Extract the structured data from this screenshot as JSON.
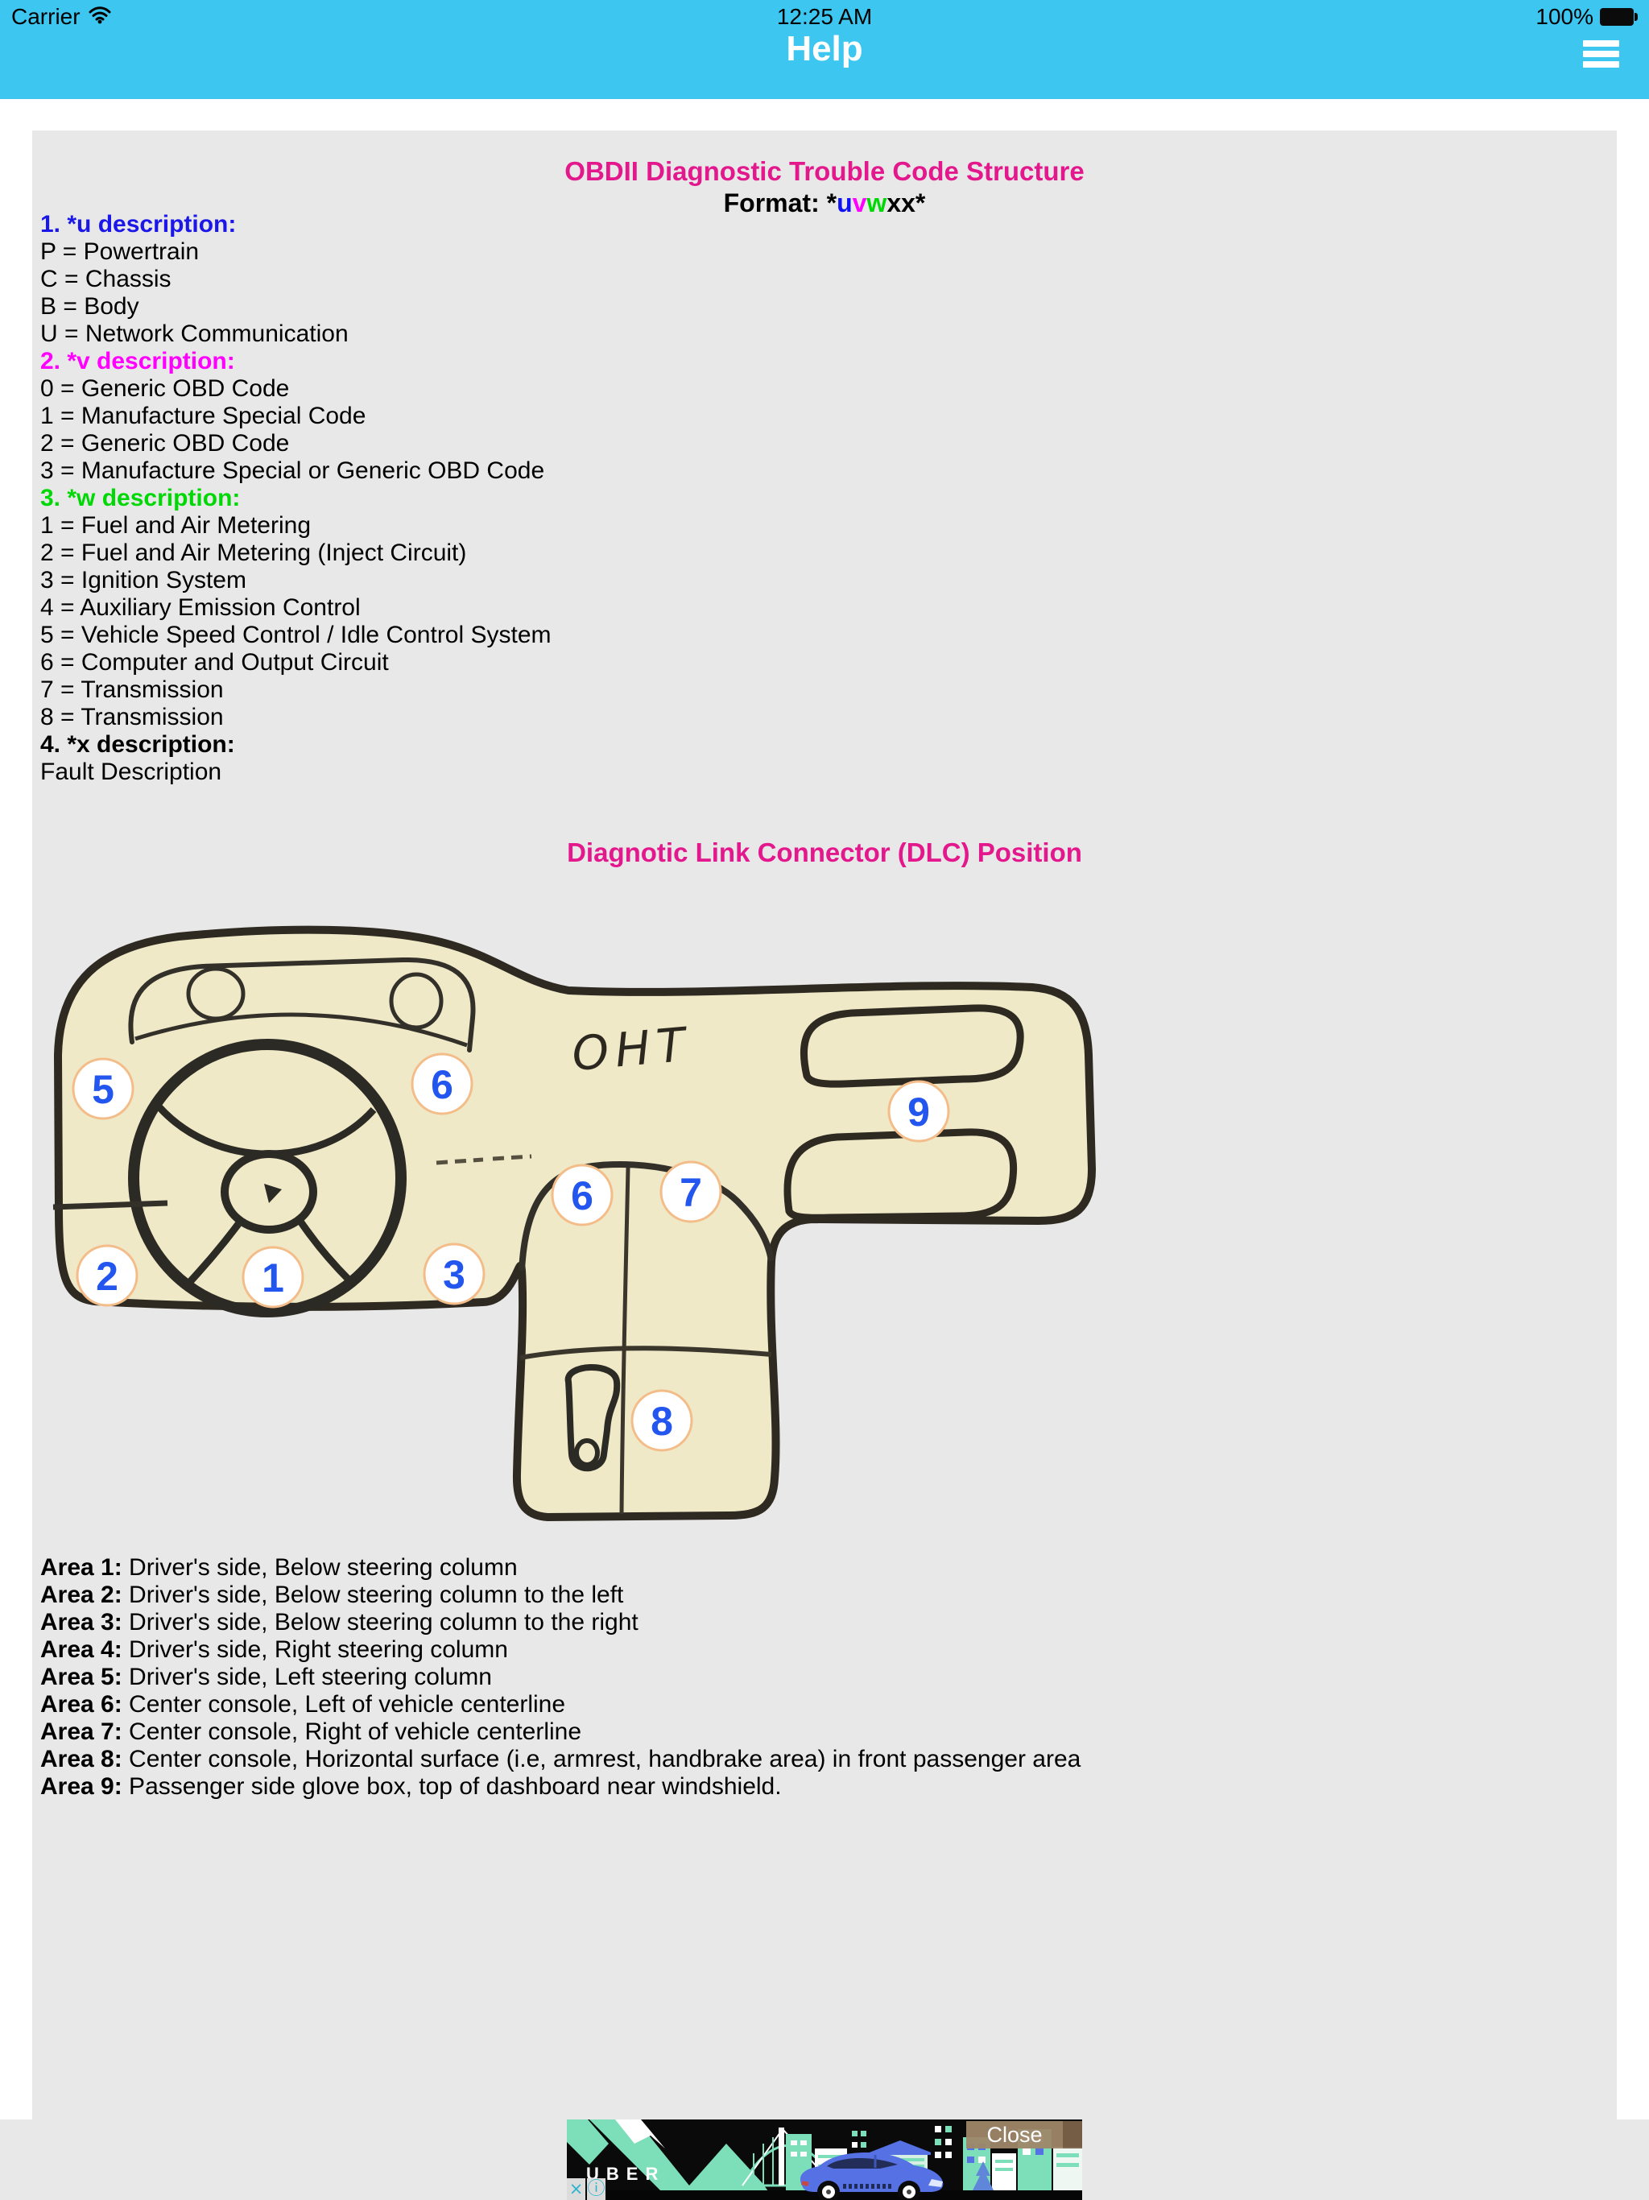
{
  "status_bar": {
    "carrier": "Carrier",
    "time": "12:25 AM",
    "battery_percent": "100%"
  },
  "header": {
    "title": "Help"
  },
  "dtc": {
    "title": "OBDII Diagnostic Trouble Code Structure",
    "format_prefix": "Format: *",
    "format_u": "u",
    "format_v": "v",
    "format_w": "w",
    "format_tail": "xx*",
    "sections": [
      {
        "heading": "1. *u description:",
        "items": [
          "P = Powertrain",
          "C = Chassis",
          "B = Body",
          "U = Network Communication"
        ]
      },
      {
        "heading": "2. *v description:",
        "items": [
          "0 = Generic OBD Code",
          "1 = Manufacture Special Code",
          "2 = Generic OBD Code",
          "3 = Manufacture Special or Generic OBD Code"
        ]
      },
      {
        "heading": "3. *w description:",
        "items": [
          "1 = Fuel and Air Metering",
          "2 = Fuel and Air Metering (Inject Circuit)",
          "3 = Ignition System",
          "4 = Auxiliary Emission Control",
          "5 = Vehicle Speed Control / Idle Control System",
          "6 = Computer and Output Circuit",
          "7 = Transmission",
          "8 = Transmission"
        ]
      },
      {
        "heading": "4. *x description:",
        "items": [
          "Fault Description"
        ]
      }
    ]
  },
  "dlc": {
    "title": "Diagnotic Link Connector (DLC) Position",
    "sketch_label": "OHT",
    "markers": {
      "m1": "1",
      "m2": "2",
      "m3": "3",
      "m5": "5",
      "m6_top": "6",
      "m6_console": "6",
      "m7": "7",
      "m8": "8",
      "m9": "9"
    },
    "areas": [
      {
        "label": "Area 1:",
        "desc": " Driver's side, Below steering column"
      },
      {
        "label": "Area 2:",
        "desc": " Driver's side, Below steering column to the left"
      },
      {
        "label": "Area 3:",
        "desc": " Driver's side, Below steering column to the right"
      },
      {
        "label": "Area 4:",
        "desc": " Driver's side, Right steering column"
      },
      {
        "label": "Area 5:",
        "desc": " Driver's side, Left steering column"
      },
      {
        "label": "Area 6:",
        "desc": " Center console, Left of vehicle centerline"
      },
      {
        "label": "Area 7:",
        "desc": " Center console, Right of vehicle centerline"
      },
      {
        "label": "Area 8:",
        "desc": " Center console, Horizontal surface (i.e, armrest, handbrake area) in front passenger area"
      },
      {
        "label": "Area 9:",
        "desc": " Passenger side glove box, top of dashboard near windshield."
      }
    ]
  },
  "ad_banner": {
    "brand": "UBER",
    "close_label": "Close",
    "dismiss_icon": "×",
    "info_icon": "ⓘ"
  },
  "colors": {
    "header_blue": "#3cc6f0",
    "panel_gray": "#e9e8e8",
    "title_pink": "#e2188c",
    "heading_blue": "#1a17e8",
    "heading_magenta": "#ff00ff",
    "heading_green": "#00d805",
    "marker_blue": "#2356ee",
    "marker_ring_orange": "#f3bc88",
    "sketch_fill": "#efe9c7",
    "ad_mint": "#7cdfba",
    "ad_car_blue": "#5571e4",
    "ad_icon_teal": "#2ab3cc"
  }
}
